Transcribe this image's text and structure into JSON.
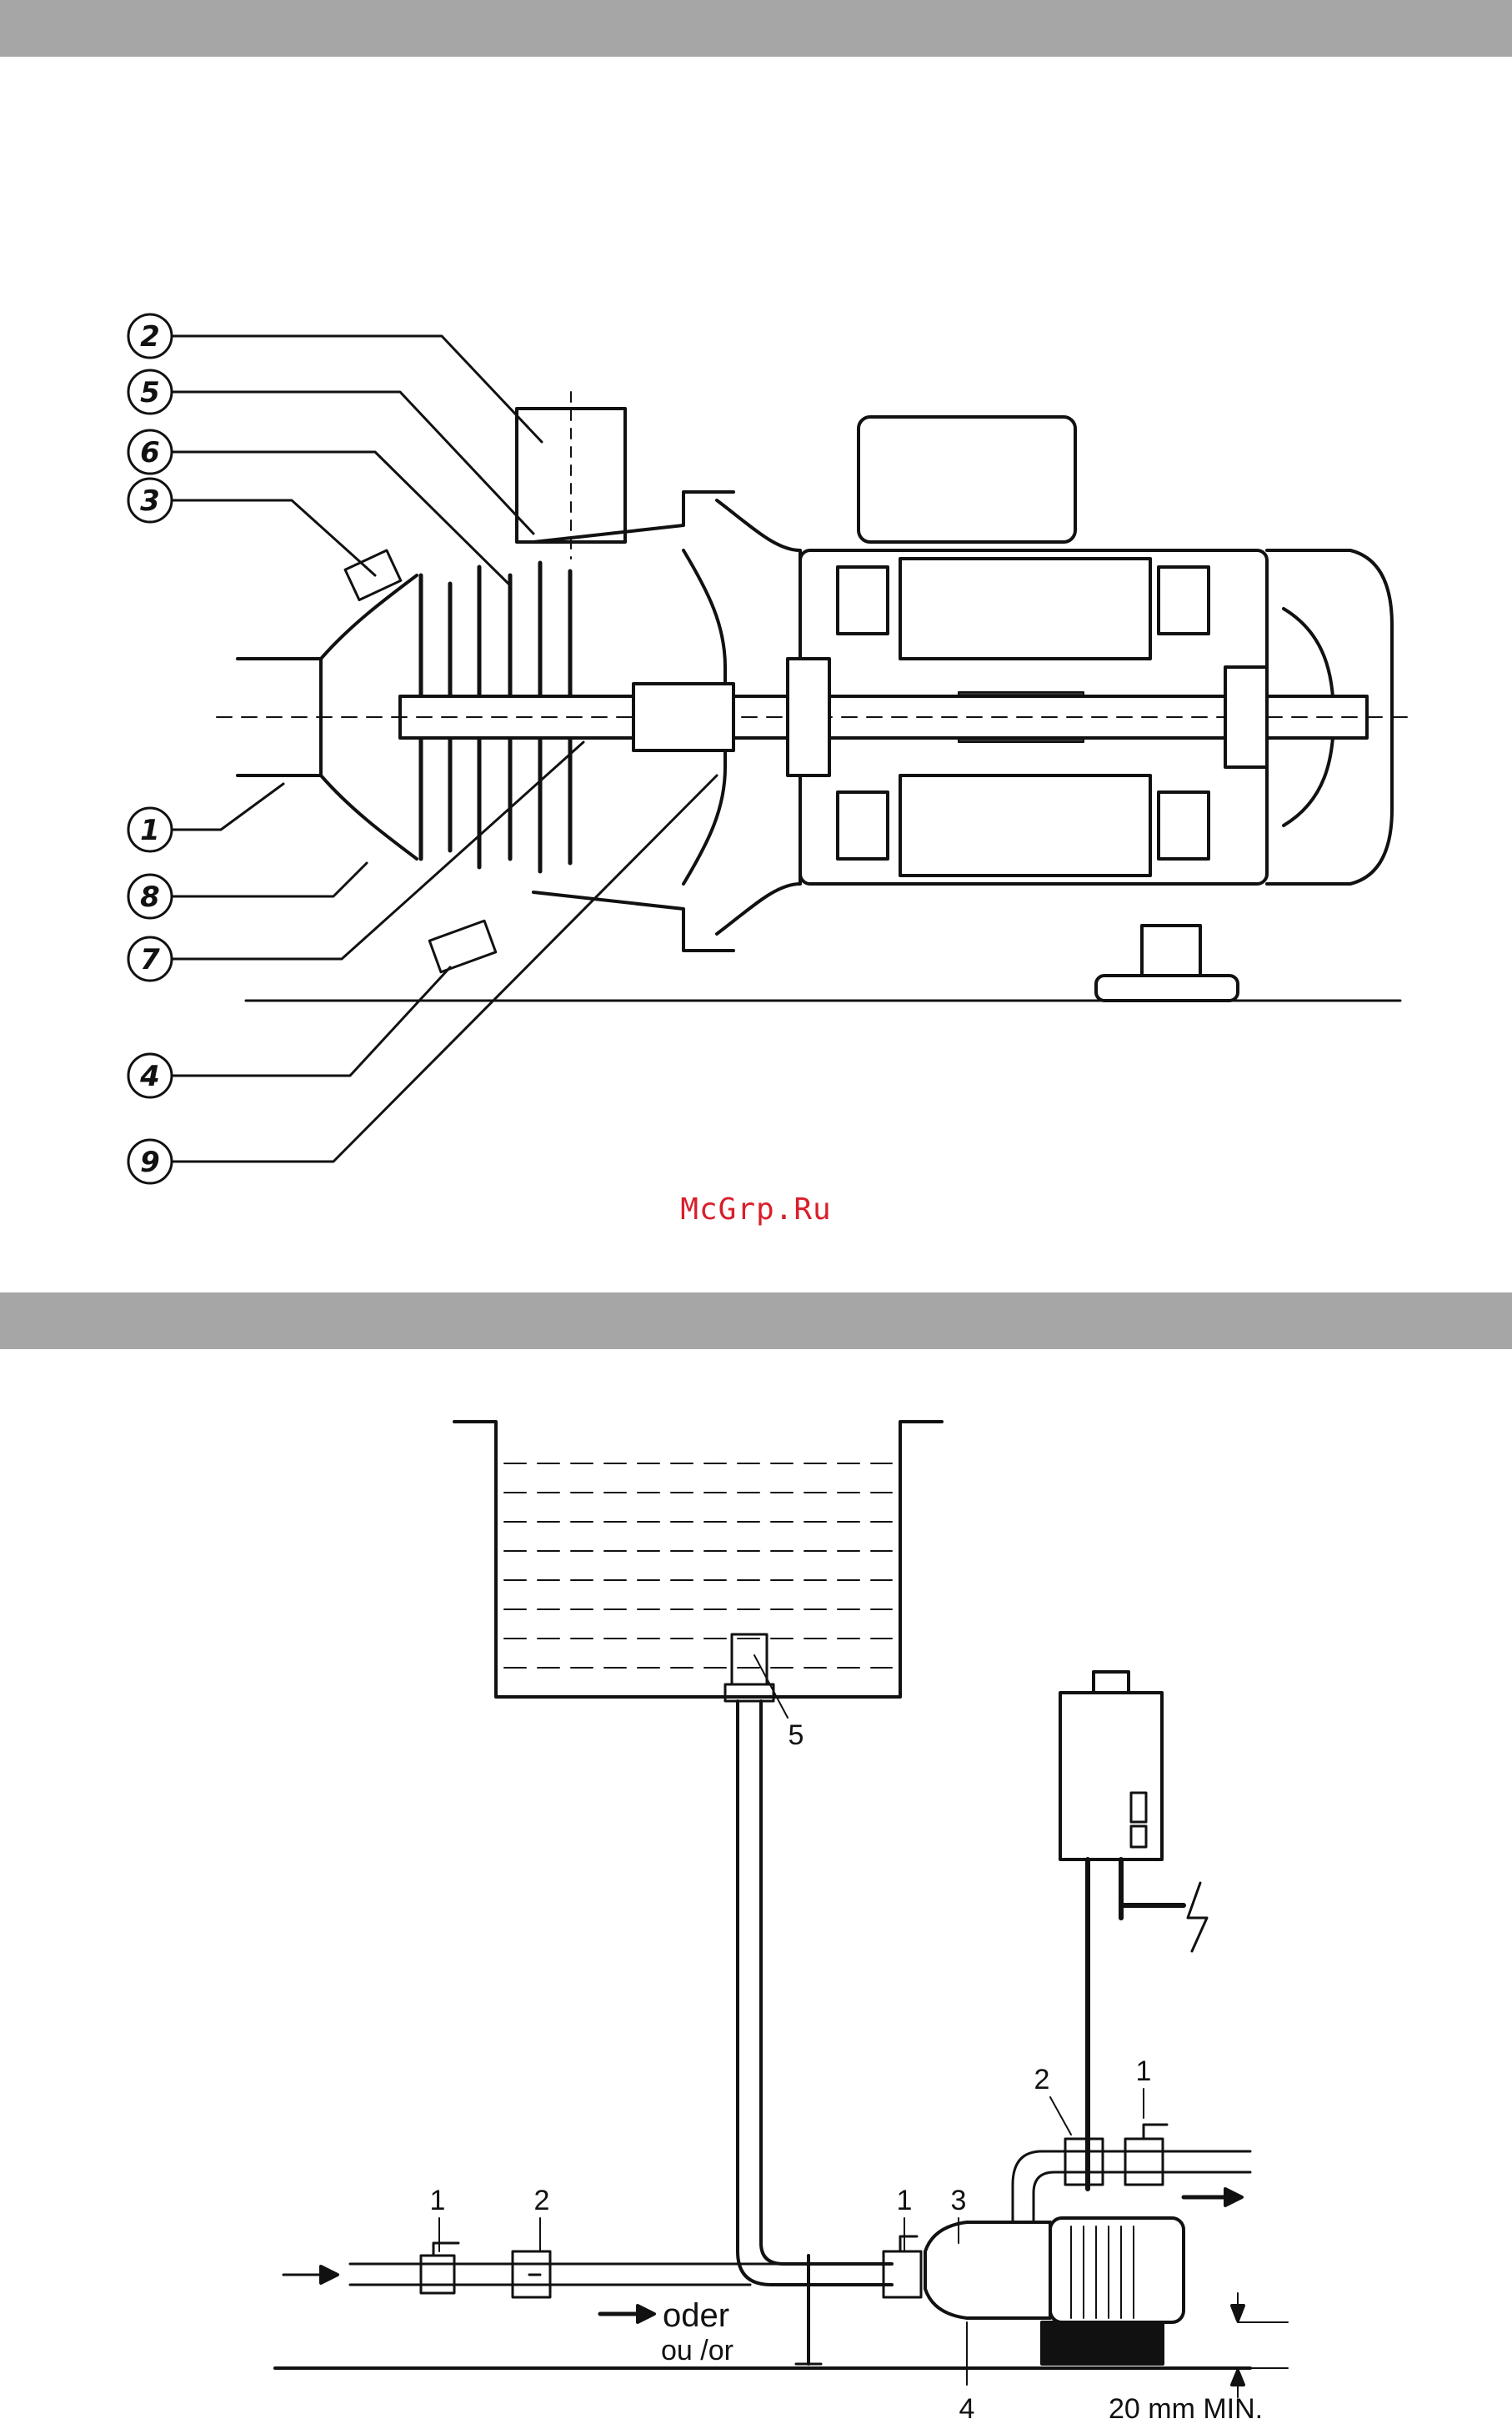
{
  "watermark": {
    "text": "McGrp.Ru",
    "color": "#d81f2a"
  },
  "colors": {
    "band": "#a6a6a6",
    "ink": "#111111"
  },
  "figure1": {
    "callouts": [
      "2",
      "5",
      "6",
      "3",
      "1",
      "8",
      "7",
      "4",
      "9"
    ]
  },
  "figure2": {
    "labels": {
      "l1_left": "1",
      "l2_left": "2",
      "l1_mid": "1",
      "l3": "3",
      "l2_right": "2",
      "l1_right": "1",
      "l5": "5",
      "l4": "4"
    },
    "flow_text": "oder",
    "flow_subtext": "ou /or",
    "dimension_text": "20 mm MIN."
  }
}
